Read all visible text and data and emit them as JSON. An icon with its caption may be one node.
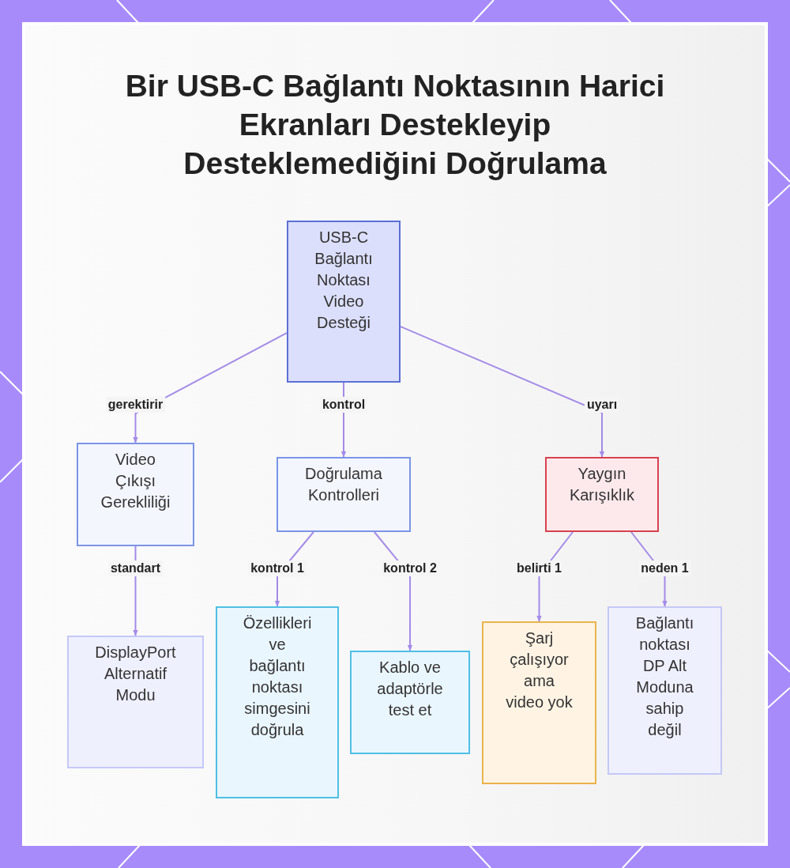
{
  "diagram": {
    "title": "Bir USB-C Bağlantı Noktasının Harici Ekranları Destekleyip Desteklemediğini Doğrulama",
    "nodes": [
      {
        "text": [
          "USB-C Bağlantı Noktası Video Desteği"
        ]
      },
      {
        "text": [
          "Video Çıkışı Gerekliliği"
        ]
      },
      {
        "text": [
          "Doğrulama Kontrolleri"
        ]
      },
      {
        "text": [
          "Yaygın Karışıklık"
        ]
      },
      {
        "text": [
          "DisplayPort Alternatif Modu"
        ]
      },
      {
        "text": [
          "Özellikleri ve bağlantı noktası simgesini doğrula"
        ]
      },
      {
        "text": [
          "Kablo ve adaptörle test et"
        ]
      },
      {
        "text": [
          "Şarj çalışıyor ama video yok"
        ]
      },
      {
        "text": [
          "Bağlantı noktası DP Alt Moduna sahip değil"
        ]
      }
    ],
    "edges": [
      {
        "from": 0,
        "to": 1,
        "arrow": "to",
        "label": "gerektirir"
      },
      {
        "from": 0,
        "to": 2,
        "arrow": "to",
        "label": "kontrol"
      },
      {
        "from": 0,
        "to": 3,
        "arrow": "to",
        "label": "uyarı"
      },
      {
        "from": 1,
        "to": 4,
        "arrow": "to",
        "label": "standart"
      },
      {
        "from": 2,
        "to": 5,
        "arrow": "to",
        "label": "kontrol 1"
      },
      {
        "from": 2,
        "to": 6,
        "arrow": "to",
        "label": "kontrol 2"
      },
      {
        "from": 3,
        "to": 7,
        "arrow": "to",
        "label": "belirti 1"
      },
      {
        "from": 3,
        "to": 8,
        "arrow": "to",
        "label": "neden 1"
      }
    ]
  }
}
